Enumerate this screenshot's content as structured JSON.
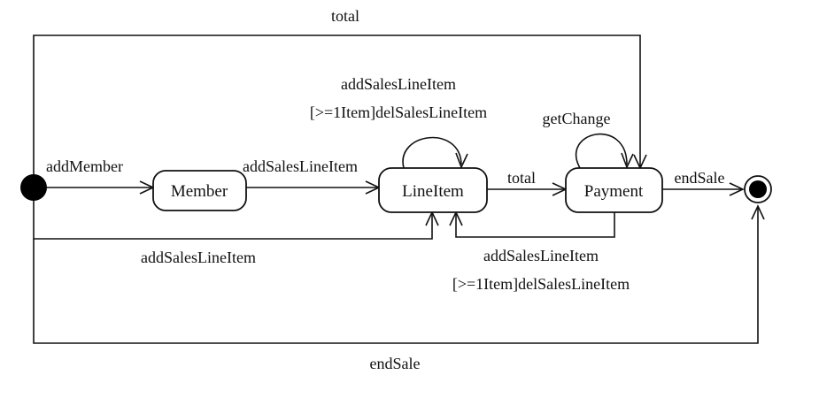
{
  "diagram": {
    "states": {
      "member": "Member",
      "line_item": "LineItem",
      "payment": "Payment"
    },
    "transitions": {
      "top_total": "total",
      "add_member": "addMember",
      "member_to_lineitem": "addSalesLineItem",
      "lineitem_self_1": "addSalesLineItem",
      "lineitem_self_2": "[>=1Item]delSalesLineItem",
      "lineitem_to_payment": "total",
      "payment_self": "getChange",
      "payment_end": "endSale",
      "initial_to_lineitem": "addSalesLineItem",
      "payment_back_1": "addSalesLineItem",
      "payment_back_2": "[>=1Item]delSalesLineItem",
      "bottom_endsale": "endSale"
    }
  }
}
